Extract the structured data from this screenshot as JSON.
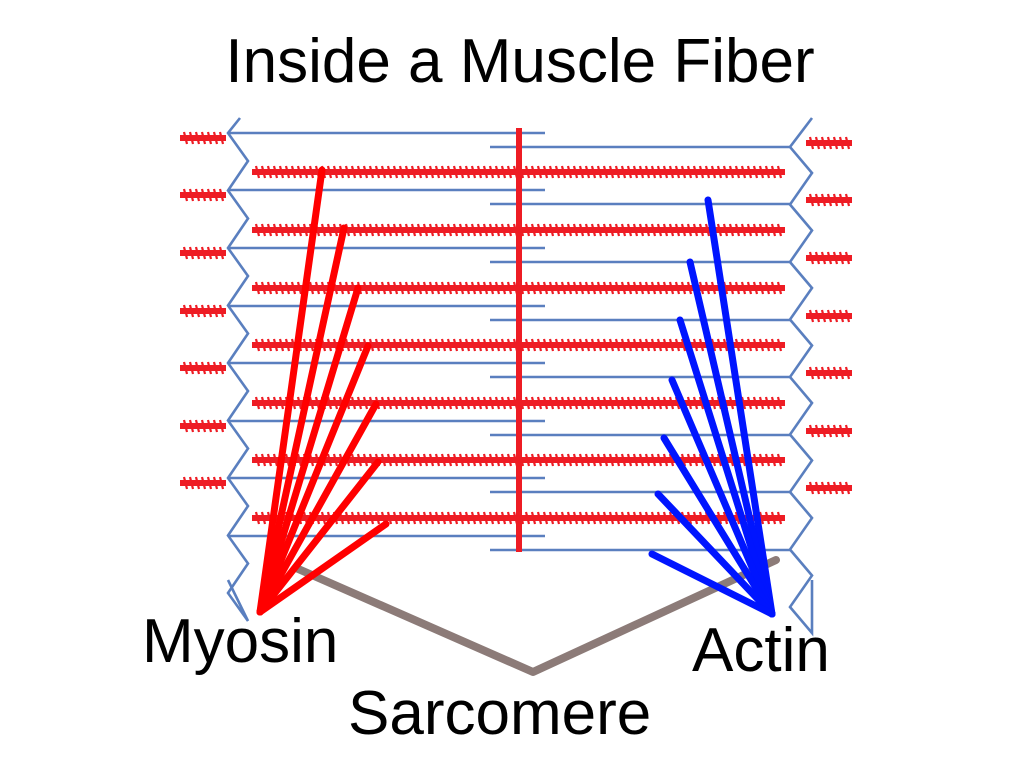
{
  "title": "Inside a Muscle Fiber",
  "labels": {
    "myosin": "Myosin",
    "actin": "Actin",
    "sarcomere": "Sarcomere"
  },
  "colors": {
    "myosin": "#ee1c24",
    "actin": "#5a7fbf",
    "myosin_pointer": "#ff0000",
    "actin_pointer": "#0015ff",
    "sarcomere_bracket": "#8c7b78"
  }
}
